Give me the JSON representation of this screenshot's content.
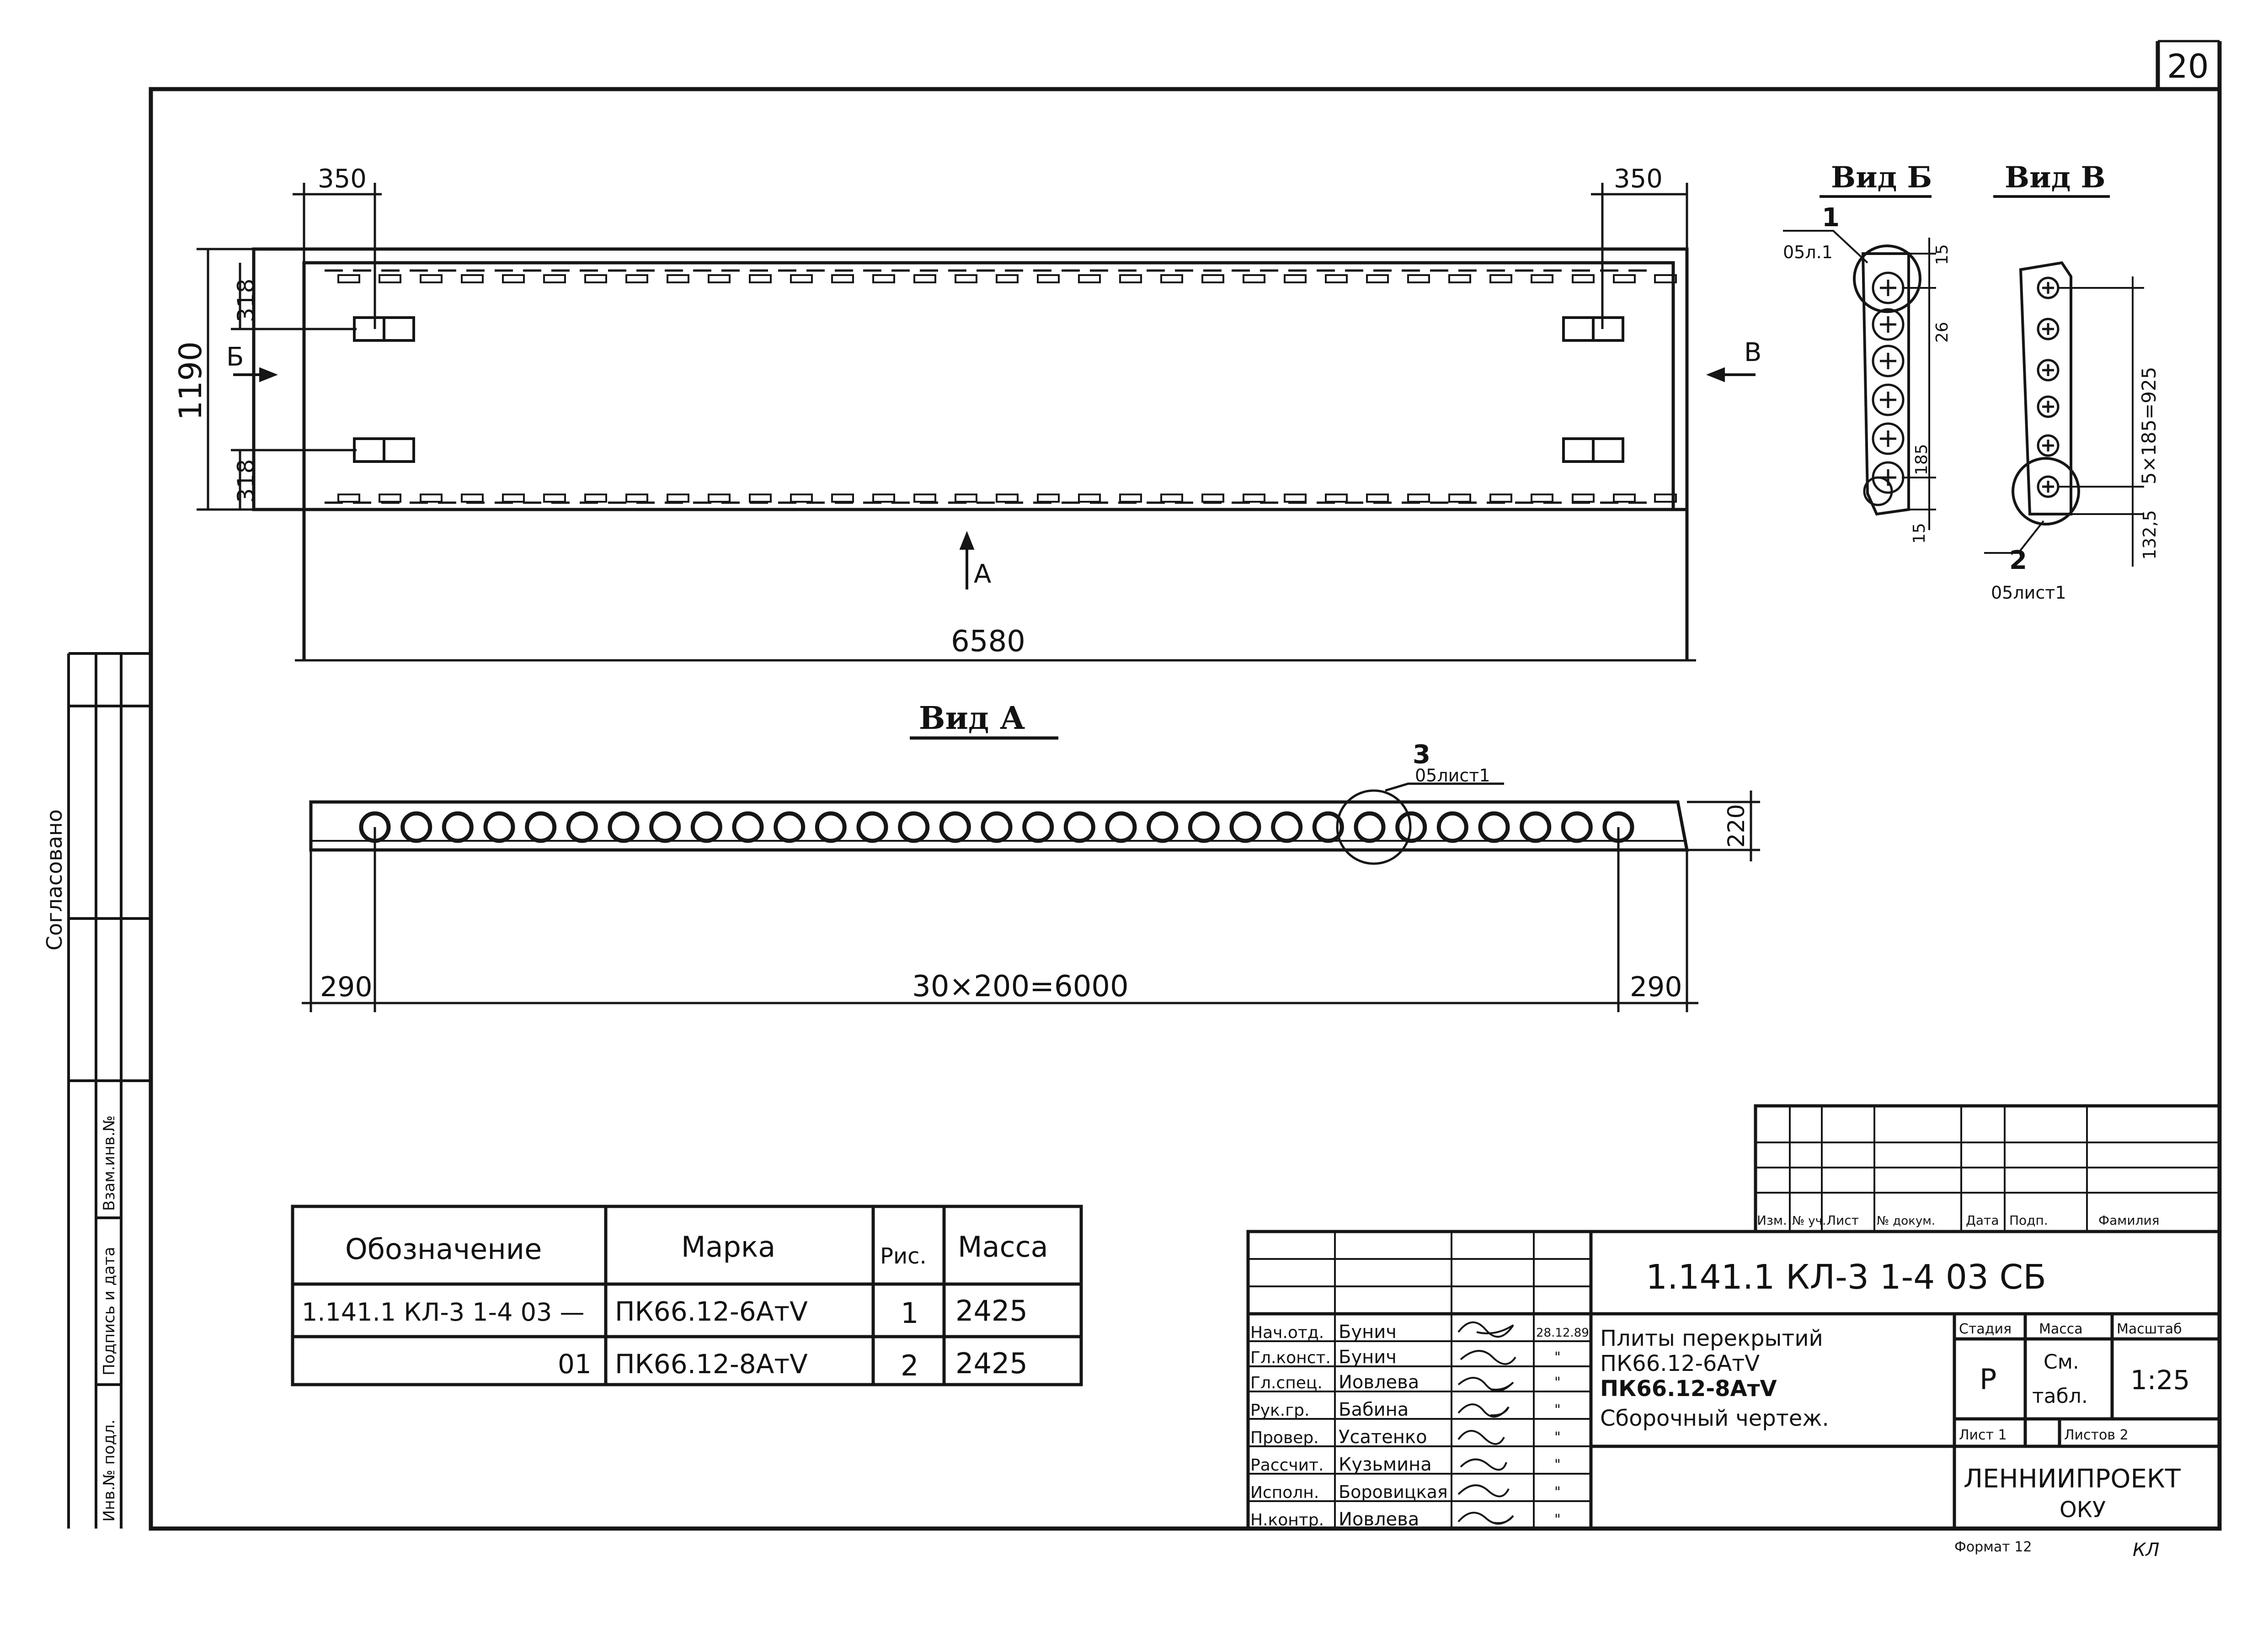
{
  "sheet": {
    "number": "20"
  },
  "plan": {
    "dim_left_top": "350",
    "dim_right_top": "350",
    "dim_height": "1190",
    "dim_edge_top": "318",
    "dim_edge_bottom": "318",
    "dim_length": "6580",
    "arrow_left": "Б",
    "arrow_right": "В",
    "arrow_bottom": "А"
  },
  "view_b": {
    "title": "Вид Б",
    "callout_num": "1",
    "callout_ref": "05л.1",
    "dim_top": "15",
    "dim_mid": "26",
    "dim_pitch": "185",
    "dim_bottom": "15"
  },
  "view_v": {
    "title": "Вид В",
    "dim_span": "5×185=925",
    "dim_bottom": "132,5",
    "callout_num": "2",
    "callout_ref": "05лист1"
  },
  "view_a": {
    "title": "Вид А",
    "callout_num": "3",
    "callout_ref": "05лист1",
    "dim_height": "220",
    "dim_left": "290",
    "dim_span": "30×200=6000",
    "dim_right": "290"
  },
  "spec_table": {
    "headers": [
      "Обозначение",
      "Марка",
      "Рис.",
      "Масса"
    ],
    "rows": [
      [
        "1.141.1 КЛ-3 1-4 03 —",
        "ПК66.12-6АтV",
        "1",
        "2425"
      ],
      [
        "01",
        "ПК66.12-8АтV",
        "2",
        "2425"
      ]
    ]
  },
  "left_strip": {
    "approval": "Согласовано",
    "replaced_inv": "Взам.инв.№",
    "sign_date": "Подпись и дата",
    "inv_no": "Инв.№ подл."
  },
  "title_block": {
    "rev_headers": [
      "Изм.",
      "№ уч.",
      "Лист",
      "№ докум.",
      "Дата",
      "Подп.",
      "Фамилия"
    ],
    "doc_code": "1.141.1 КЛ-3 1-4 03 СБ",
    "title_lines": [
      "Плиты перекрытий",
      "ПК66.12-6АтV",
      "ПК66.12-8АтV",
      "Сборочный чертеж."
    ],
    "staff": [
      {
        "role": "Нач.отд.",
        "name": "Бунич",
        "date": "28.12.89"
      },
      {
        "role": "Гл.конст.",
        "name": "Бунич",
        "date": "\""
      },
      {
        "role": "Гл.спец.",
        "name": "Иовлева",
        "date": "\""
      },
      {
        "role": "Рук.гр.",
        "name": "Бабина",
        "date": "\""
      },
      {
        "role": "Провер.",
        "name": "Усатенко",
        "date": "\""
      },
      {
        "role": "Рассчит.",
        "name": "Кузьмина",
        "date": "\""
      },
      {
        "role": "Исполн.",
        "name": "Боровицкая",
        "date": "\""
      },
      {
        "role": "Н.контр.",
        "name": "Иовлева",
        "date": "\""
      }
    ],
    "stage_label": "Стадия",
    "mass_label": "Масса",
    "scale_label": "Масштаб",
    "stage": "Р",
    "mass_line1": "См.",
    "mass_line2": "табл.",
    "scale": "1:25",
    "sheet_label": "Лист 1",
    "sheets_label": "Листов 2",
    "org_line1": "ЛЕННИИПРОЕКТ",
    "org_line2": "ОКУ",
    "format": "Формат 12",
    "corner_mark": "КЛ"
  }
}
